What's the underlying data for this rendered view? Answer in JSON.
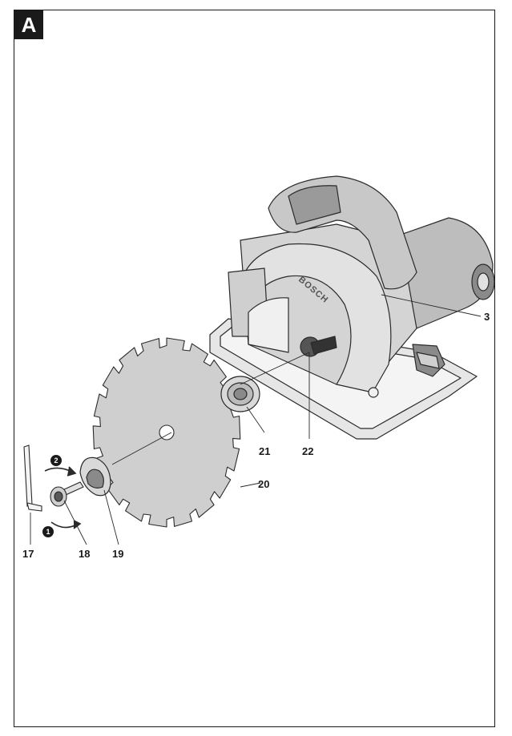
{
  "figure": {
    "label": "A",
    "brand_text": "BOSCH",
    "steps": [
      "❷",
      "❶"
    ]
  },
  "callouts": {
    "saw": "3",
    "wrench": "17",
    "bolt": "18",
    "clamp_flange": "19",
    "blade": "20",
    "mount_flange": "21",
    "spindle": "22"
  },
  "colors": {
    "frame": "#1a1a1a",
    "body": "#d9d9d9",
    "dark": "#8a8a8a",
    "line": "#2a2a2a"
  }
}
